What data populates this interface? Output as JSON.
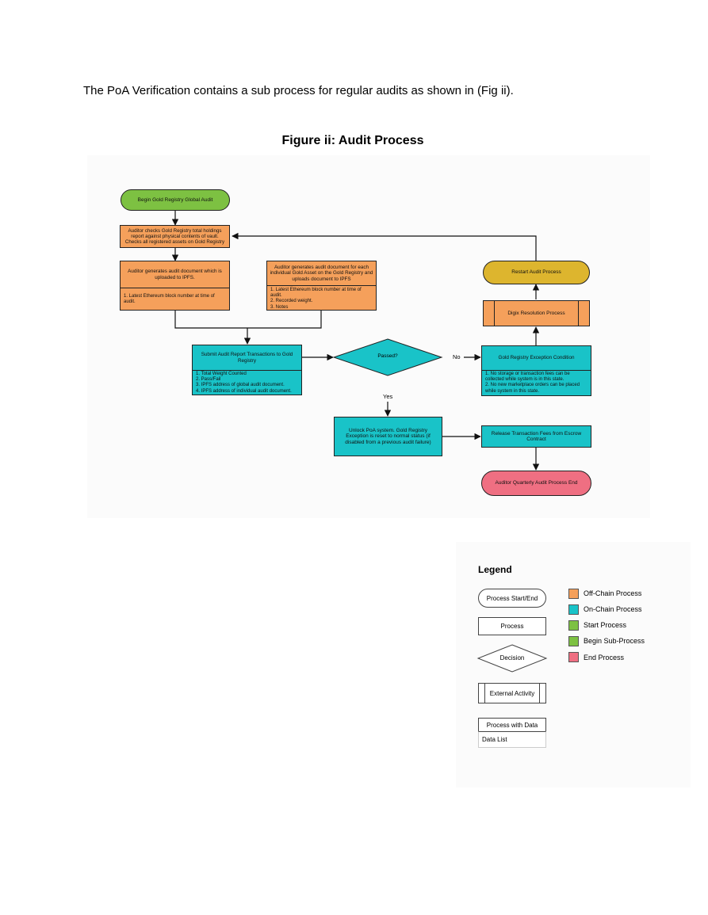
{
  "intro_text": "The PoA Verification contains a sub process for regular audits as shown in (Fig ii).",
  "figure_title": "Figure ii: Audit Process",
  "colors": {
    "off_chain": "#f5a05b",
    "on_chain": "#19c3c8",
    "start": "#7dc142",
    "begin_sub": "#7dc142",
    "restart": "#ddb52e",
    "end": "#ef6f82"
  },
  "nodes": {
    "begin": "Begin Gold Registry Global Audit",
    "auditor_checks": "Auditor checks Gold Registry total holdings report against physical contents of vault. Checks all registered assets on Gold Registry",
    "audit_doc_global": {
      "title": "Auditor generates audit document which is uploaded to IPFS.",
      "data": [
        "1. Latest Ethereum block number at time of audit."
      ]
    },
    "audit_doc_individual": {
      "title": "Auditor generates audit document for each individual Gold Asset on the Gold Registry and uploads document to IPFS",
      "data": [
        "1. Latest Ethereum block number at time of audit.",
        "2. Recorded weight.",
        "3. Notes"
      ]
    },
    "submit_report": {
      "title": "Submit Audit Report Transactions to Gold Registry",
      "data": [
        "1. Total Weight Counted",
        "2. Pass/Fail",
        "3. IPFS address of global audit document.",
        "4. IPFS address of individual audit document."
      ]
    },
    "decision": "Passed?",
    "label_no": "No",
    "label_yes": "Yes",
    "exception": {
      "title": "Gold Registry Exception Condition",
      "data": [
        "1. No storage or transaction fees can be collected while system is in this state.",
        "2. No new marketplace orders can be placed while system in this state."
      ]
    },
    "digix_resolution": "Digix Resolution Process",
    "restart": "Restart Audit Process",
    "unlock": "Unlock PoA system. Gold Registry Exception is reset to normal status (if disabled from a previous audit failure)",
    "release_fees": "Release Transaction Fees from Escrow Contract",
    "end": "Auditor Quarterly Audit Process End"
  },
  "legend": {
    "title": "Legend",
    "shapes": {
      "start_end": "Process Start/End",
      "process": "Process",
      "decision": "Decision",
      "external": "External Activity",
      "process_with_data": "Process with Data",
      "data_list": "Data List"
    },
    "colors": {
      "off_chain": "Off-Chain Process",
      "on_chain": "On-Chain Process",
      "start": "Start Process",
      "begin_sub": "Begin Sub-Process",
      "end": "End Process"
    }
  }
}
